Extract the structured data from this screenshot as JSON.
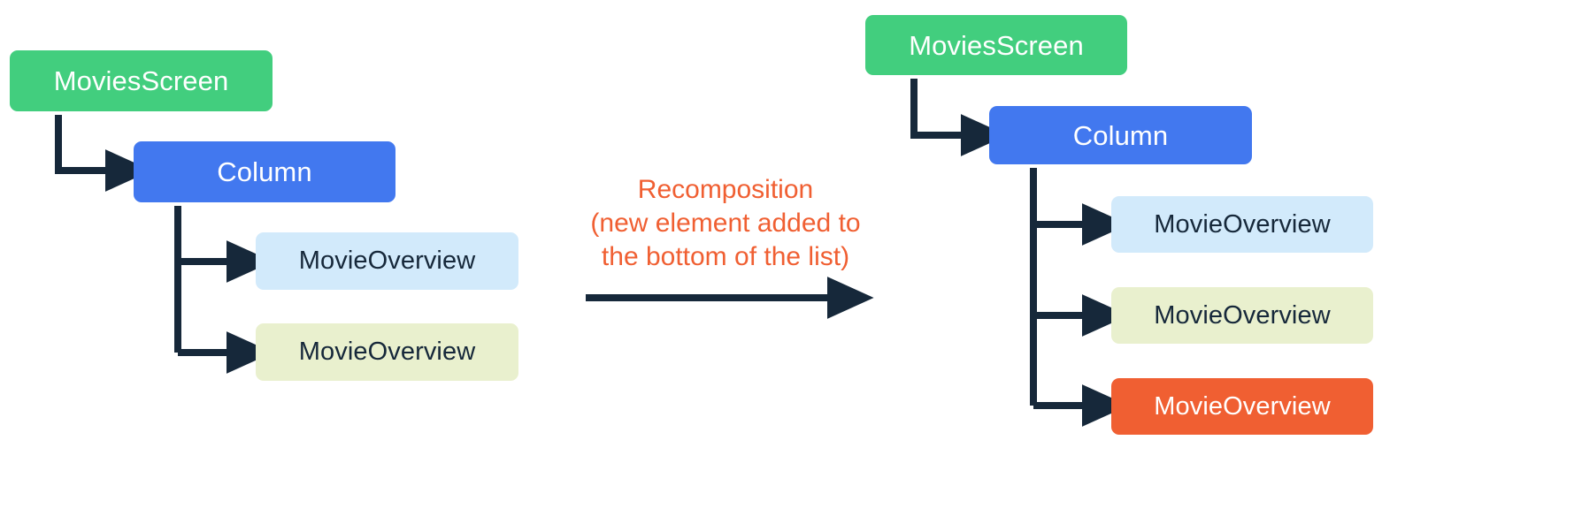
{
  "diagram": {
    "type": "recomposition-tree-diagram",
    "colors": {
      "screen": "#42CE7E",
      "column": "#4278EF",
      "leaf_blue": "#D2EAFB",
      "leaf_lime": "#E9F0CE",
      "leaf_orange": "#F05F32",
      "connector": "#16283A",
      "accent_text": "#F05F32",
      "background": "#FFFFFF"
    },
    "before": {
      "root": {
        "label": "MoviesScreen",
        "style": "screen"
      },
      "container": {
        "label": "Column",
        "style": "column"
      },
      "children": [
        {
          "label": "MovieOverview",
          "style": "leaf-blue"
        },
        {
          "label": "MovieOverview",
          "style": "leaf-lime"
        }
      ]
    },
    "transition": {
      "label": "Recomposition\n(new element added to\nthe bottom of the list)",
      "arrow": "right-arrow"
    },
    "after": {
      "root": {
        "label": "MoviesScreen",
        "style": "screen"
      },
      "container": {
        "label": "Column",
        "style": "column"
      },
      "children": [
        {
          "label": "MovieOverview",
          "style": "leaf-blue"
        },
        {
          "label": "MovieOverview",
          "style": "leaf-lime"
        },
        {
          "label": "MovieOverview",
          "style": "leaf-orange"
        }
      ]
    }
  }
}
